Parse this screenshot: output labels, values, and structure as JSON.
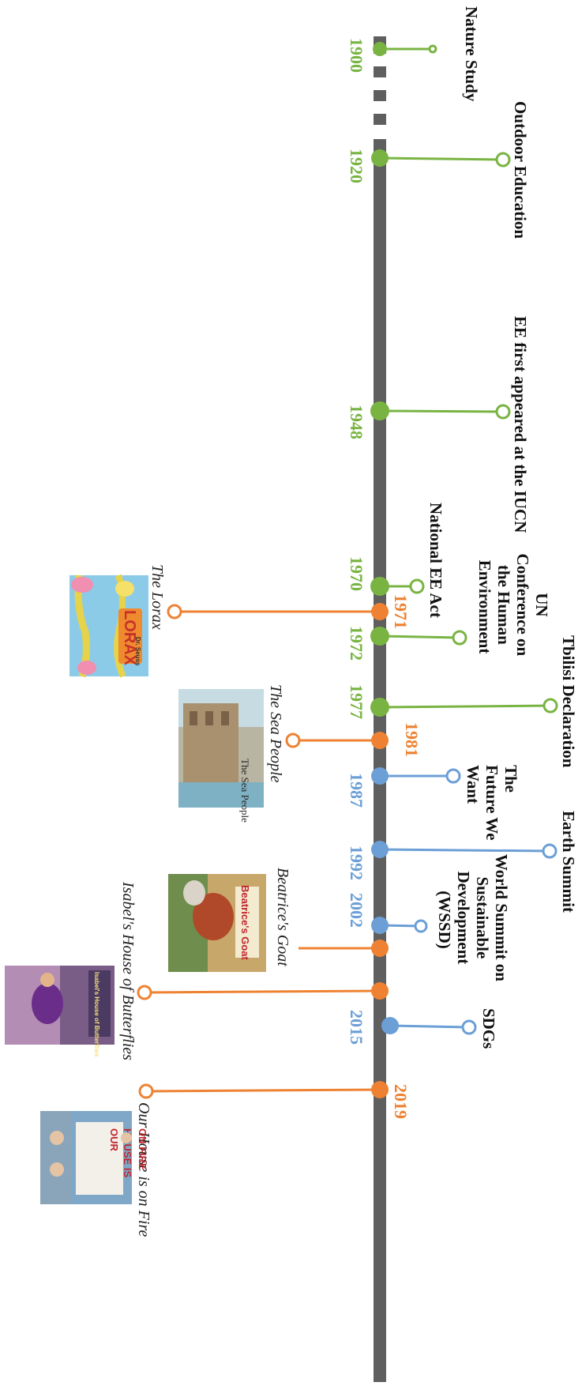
{
  "colors": {
    "axis": "#5f5f5f",
    "green": "#79b443",
    "orange": "#ee8232",
    "blue": "#6b9fd6"
  },
  "years": {
    "y1900": "1900",
    "y1920": "1920",
    "y1948": "1948",
    "y1970": "1970",
    "y1971": "1971",
    "y1972": "1972",
    "y1977": "1977",
    "y1981": "1981",
    "y1987": "1987",
    "y1992": "1992",
    "y2002": "2002",
    "y2015": "2015",
    "y2019": "2019"
  },
  "events": {
    "nature_study": "Nature Study",
    "outdoor_education": "Outdoor Education",
    "ee_iucn": "EE first appeared at the IUCN",
    "national_ee_act": "National EE Act",
    "un_conference": [
      "UN",
      "Conference on",
      "the Human",
      "Environment"
    ],
    "tbilisi": "Tbilisi Declaration",
    "future_we_want": [
      "The",
      "Future We",
      "Want"
    ],
    "earth_summit": "Earth Summit",
    "wssd": [
      "World Summit on",
      "Sustainable",
      "Development",
      "(WSSD)"
    ],
    "sdgs": "SDGs"
  },
  "books": {
    "lorax": "The Lorax",
    "sea_people": "The Sea People",
    "beatrices_goat": "Beatrice's Goat",
    "isabels_house": "Isabel's House of Butterflies",
    "our_house": "Our House is on Fire"
  },
  "covers": {
    "lorax": "LORAX",
    "lorax_author": "Dr. Seuss",
    "sea_people_title": "The Sea People",
    "beatrice": "Beatrice's Goat",
    "isabel": "Isabel's House of Butterflies",
    "our_house": [
      "OUR",
      "HOUSE IS",
      "ON FIRE"
    ]
  }
}
